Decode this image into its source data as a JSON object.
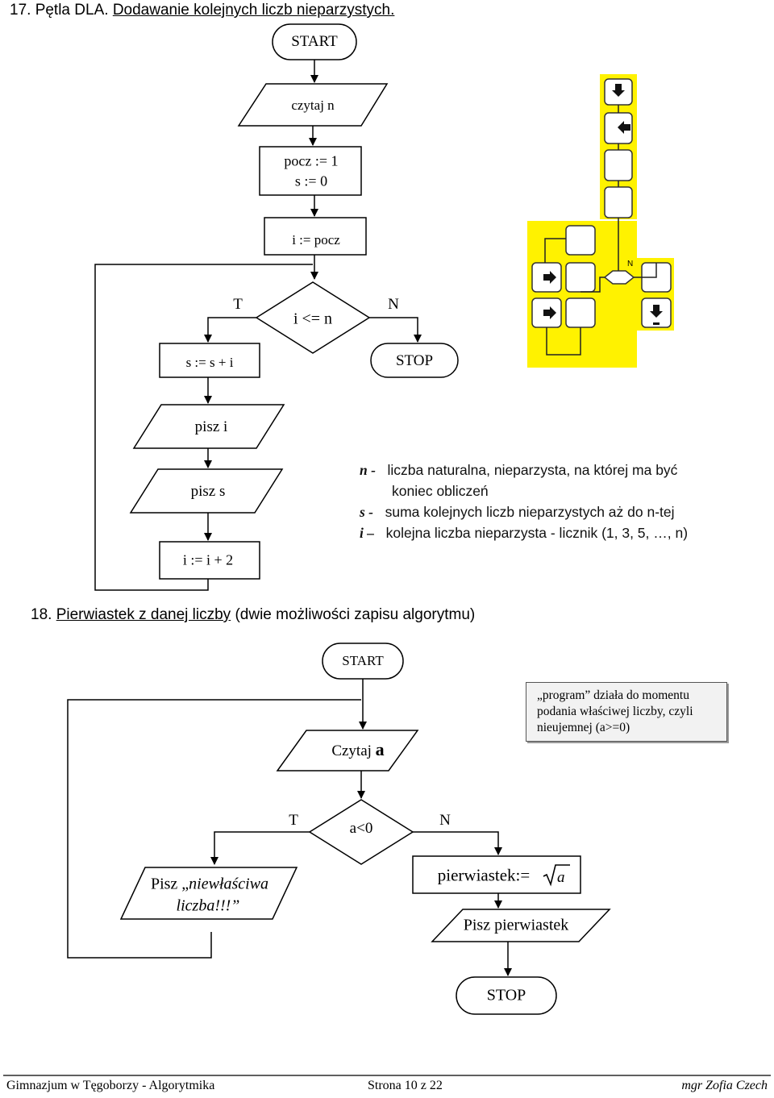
{
  "section17": {
    "number": "17. Pętla DLA.",
    "title": "Dodawanie kolejnych liczb nieparzystych.",
    "flow": {
      "start": "START",
      "read": "czytaj n",
      "init_1": "pocz := 1",
      "init_2": "s := 0",
      "loop_init": "i := pocz",
      "condition": "i <= n",
      "yes": "T",
      "no": "N",
      "sum": "s := s + i",
      "stop": "STOP",
      "print_i": "pisz i",
      "print_s": "pisz s",
      "increment": "i := i + 2"
    },
    "legend": [
      {
        "sym": "n -",
        "text": "liczba naturalna, nieparzysta, na której ma być",
        "cont": "koniec obliczeń"
      },
      {
        "sym": "s -",
        "text": "suma kolejnych liczb nieparzystych aż do n-tej",
        "cont": ""
      },
      {
        "sym": "i –",
        "text": "kolejna liczba nieparzysta - licznik (1, 3, 5, …, n)",
        "cont": ""
      }
    ],
    "block_icon_colors": {
      "panel": "#fff200",
      "block": "#ffffff",
      "border": "#333333"
    },
    "block_icon_label": "N"
  },
  "section18": {
    "number": "18.",
    "title": "Pierwiastek z danej liczby",
    "subtitle": "(dwie możliwości zapisu algorytmu)",
    "flow": {
      "start": "START",
      "read_prefix": "Czytaj",
      "read_var": "a",
      "condition": "a<0",
      "yes": "T",
      "no": "N",
      "error_line1": "Pisz „",
      "error_line1_italic": "niewłaściwa",
      "error_line2": "liczba!!!”",
      "compute": "pierwiastek:=",
      "sqrt_var": "a",
      "print": "Pisz pierwiastek",
      "stop": "STOP"
    },
    "note": "„program” działa do momentu podania właściwej liczby, czyli nieujemnej (a>=0)"
  },
  "footer": {
    "school": "Gimnazjum w Tęgoborzy - Algorytmika",
    "page_prefix": "Strona",
    "page": "10",
    "page_sep": "z",
    "total": "22",
    "author": "mgr Zofia Czech"
  }
}
